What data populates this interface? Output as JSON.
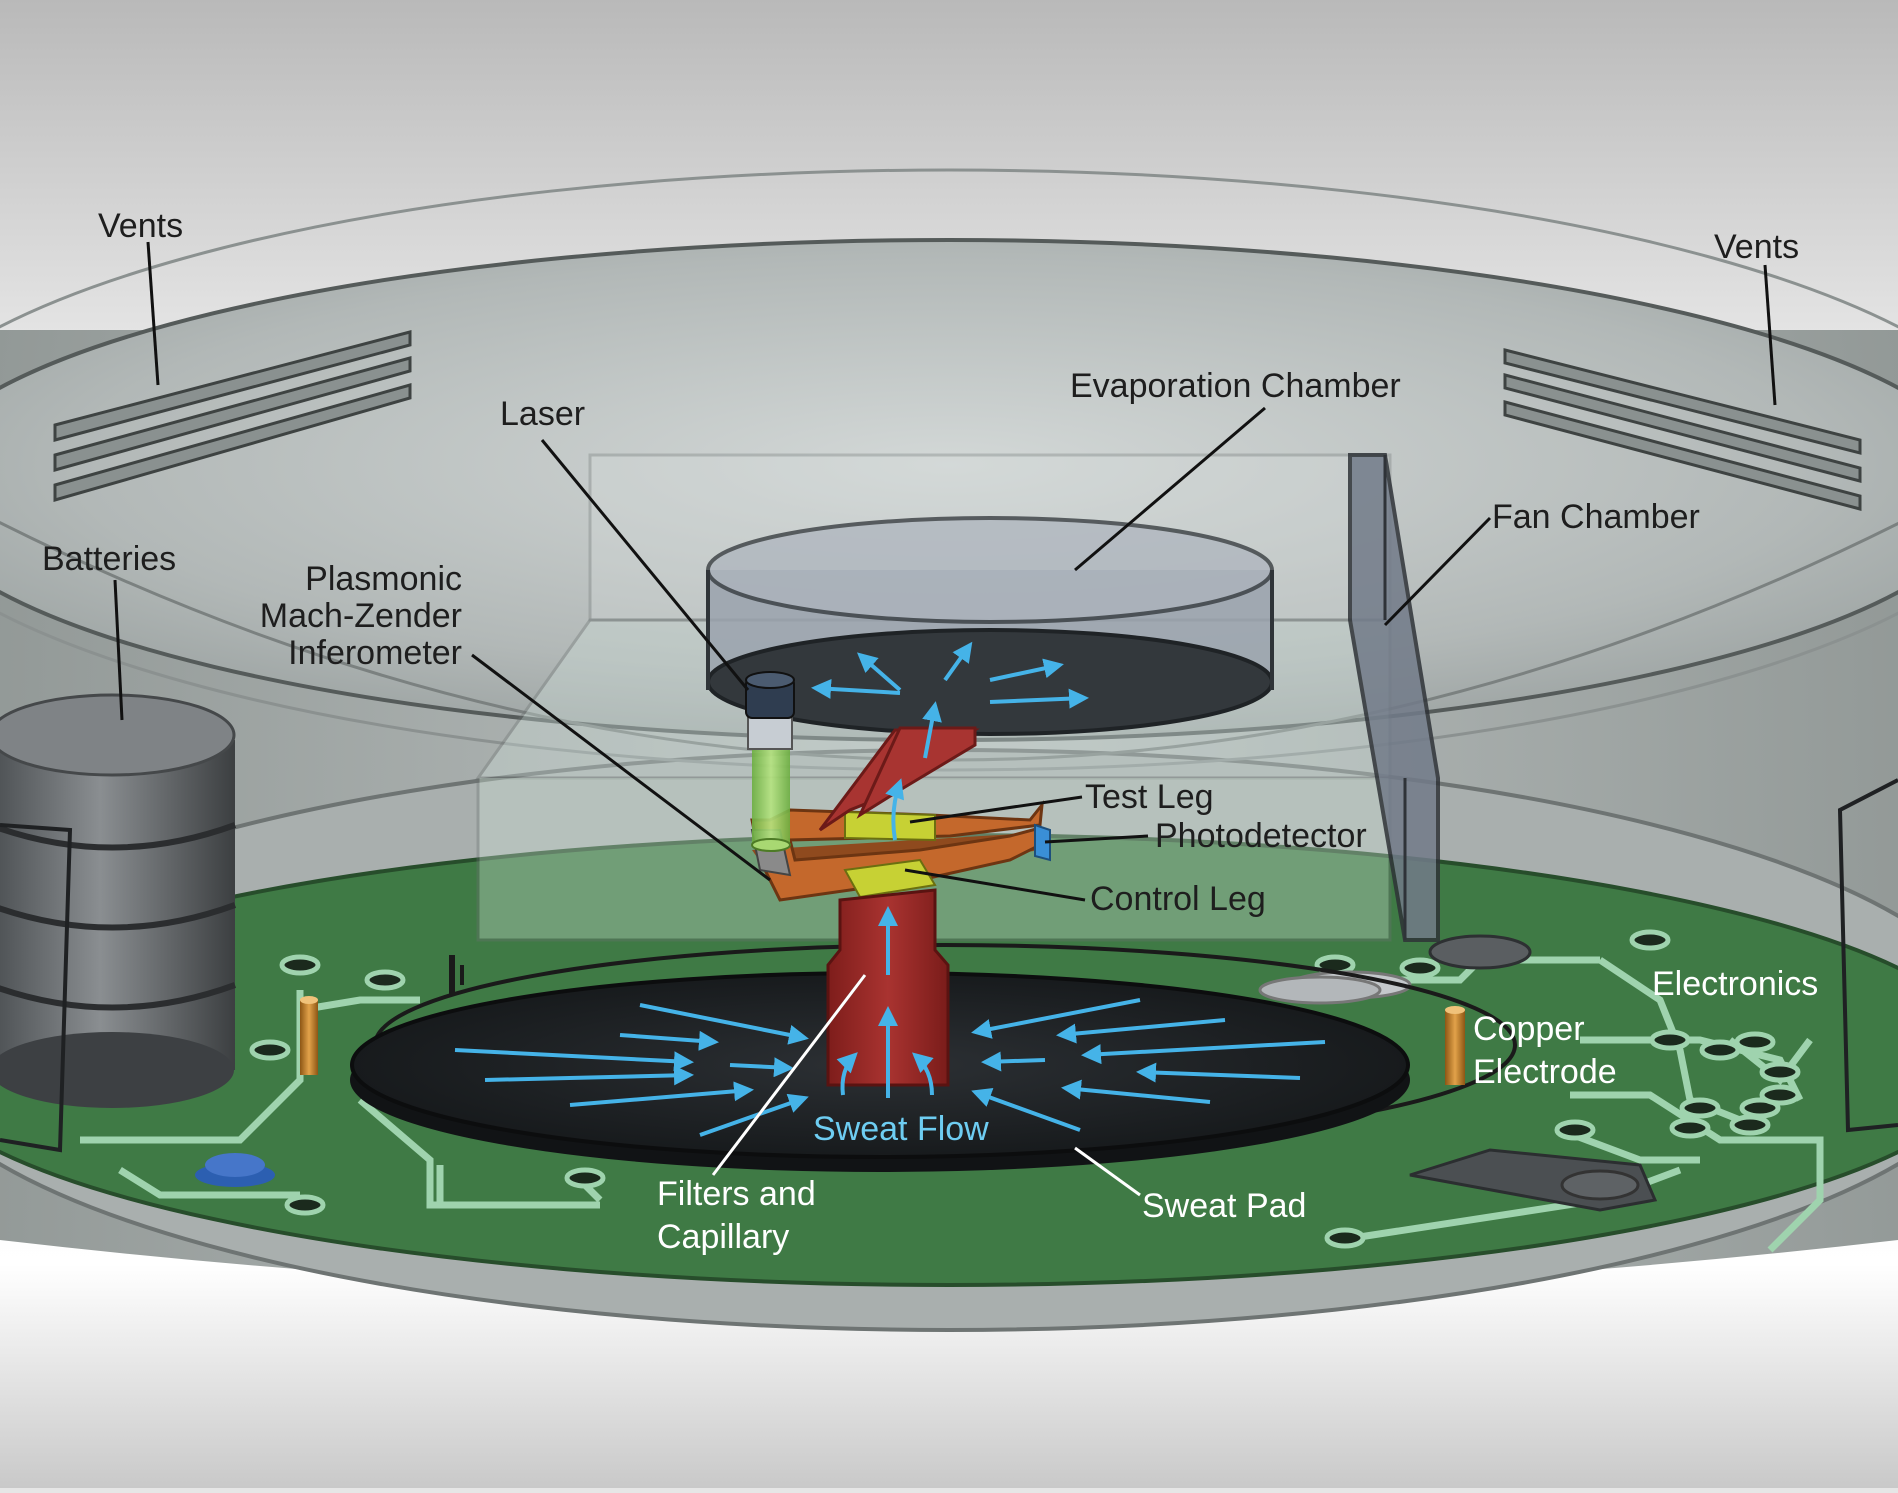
{
  "labels": {
    "vents_left": "Vents",
    "vents_right": "Vents",
    "evaporation_chamber": "Evaporation Chamber",
    "laser": "Laser",
    "fan_chamber": "Fan Chamber",
    "batteries": "Batteries",
    "interferometer": [
      "Plasmonic",
      "Mach-Zender",
      "Inferometer"
    ],
    "test_leg": "Test Leg",
    "photodetector": "Photodetector",
    "control_leg": "Control Leg",
    "electronics": "Electronics",
    "copper_electrode": [
      "Copper",
      "Electrode"
    ],
    "sweat_flow": "Sweat Flow",
    "sweat_pad": "Sweat Pad",
    "filters_capillary": [
      "Filters and",
      "Capillary"
    ]
  },
  "colors": {
    "background": "#e0e0e0",
    "housing": "#b7bdbc",
    "circuit_board": "#3f7a45",
    "traces": "#9fd3ae",
    "sweat_pad": "#202326",
    "capillary": "#9b2a27",
    "interferometer": "#c4682c",
    "legs": "#c7d134",
    "laser_beam": "#8fd05a",
    "flow_arrows": "#45b3e8",
    "copper": "#c7862b",
    "photodetector": "#3a8fd6"
  },
  "icons": {
    "flow_arrow": "arrow-icon",
    "battery": "battery-icon",
    "laser": "laser-icon"
  }
}
